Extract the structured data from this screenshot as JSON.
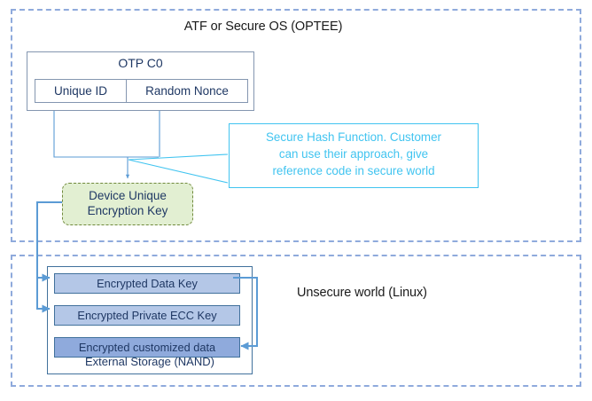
{
  "diagram": {
    "title_top": "ATF or Secure OS (OPTEE)",
    "title_bottom": "Unsecure world (Linux)",
    "colors": {
      "world_border": "#8faadc",
      "box_border": "#8496b0",
      "text_navy": "#1f3864",
      "callout_cyan": "#41c4f0",
      "green_fill": "#e2efd2",
      "green_border": "#70893c",
      "connector_blue": "#5b9bd5",
      "store_fill_light": "#b4c7e7",
      "store_fill_dark": "#8faadc",
      "store_border": "#41719c"
    }
  },
  "secure_world": {
    "title": "ATF or Secure OS (OPTEE)",
    "otp": {
      "title": "OTP C0",
      "cells": [
        {
          "label": "Unique ID"
        },
        {
          "label": "Random Nonce"
        }
      ]
    },
    "device_key": {
      "line1": "Device Unique",
      "line2": "Encryption Key"
    },
    "callout": {
      "text": "Secure Hash Function. Customer\ncan use their approach,          give\nreference code in secure world"
    }
  },
  "unsecure_world": {
    "title": "Unsecure world (Linux)",
    "storage": {
      "label": "External Storage (NAND)",
      "items": [
        {
          "label": "Encrypted  Data Key"
        },
        {
          "label": "Encrypted  Private ECC Key"
        },
        {
          "label": "Encrypted  customized data"
        }
      ]
    }
  }
}
